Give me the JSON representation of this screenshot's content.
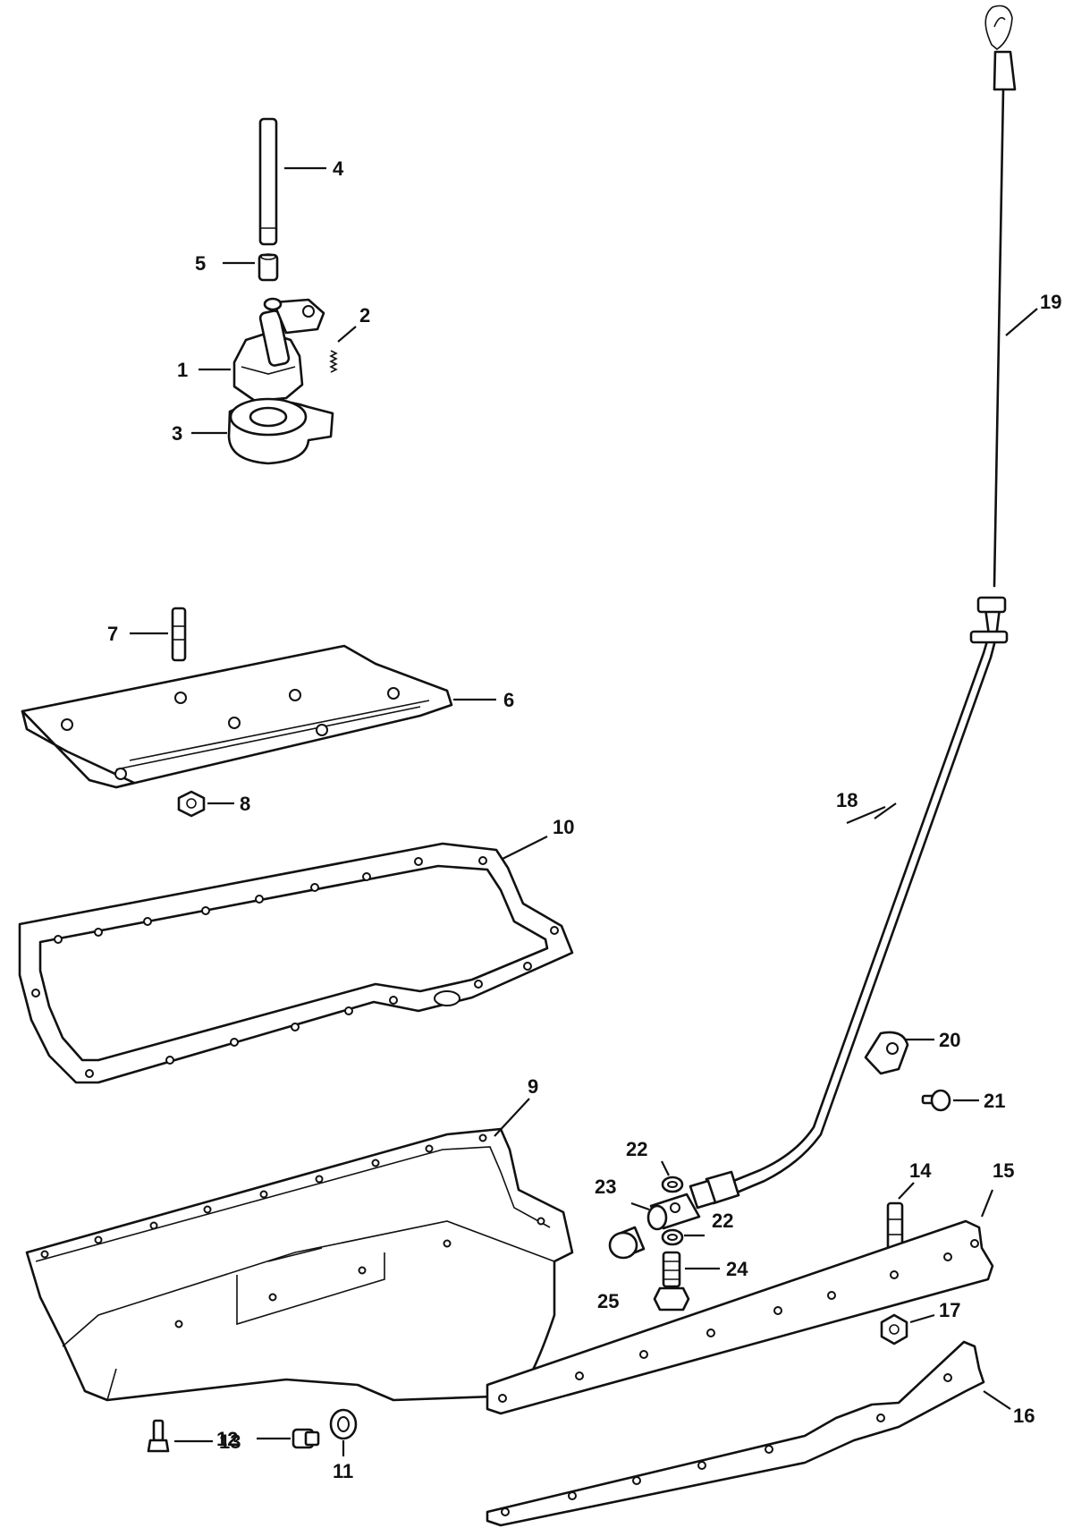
{
  "callouts": {
    "c1": "1",
    "c2": "2",
    "c3": "3",
    "c4": "4",
    "c5": "5",
    "c6": "6",
    "c7": "7",
    "c8": "8",
    "c9": "9",
    "c10": "10",
    "c11": "11",
    "c12": "12",
    "c13": "13",
    "c14": "14",
    "c15": "15",
    "c16": "16",
    "c17": "17",
    "c18": "18",
    "c19": "19",
    "c20": "20",
    "c21": "21",
    "c22a": "22",
    "c22b": "22",
    "c23": "23",
    "c24": "24",
    "c25": "25"
  }
}
